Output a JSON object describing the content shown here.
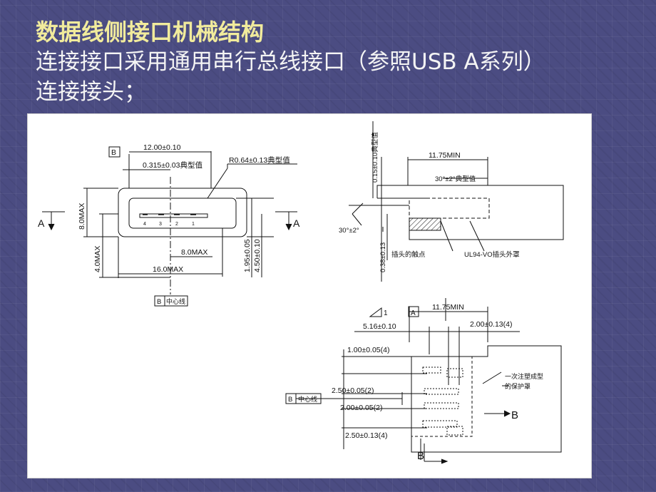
{
  "slide": {
    "heading": "数据线侧接口机械结构",
    "line1": "连接接口采用通用串行总线接口（参照USB A系列）",
    "line2": "连接接头；"
  },
  "drawing": {
    "front_view": {
      "datum_b": "B",
      "width": "12.00±0.10",
      "offset": "0.315±0.03典型值",
      "radius": "R0.64±0.13典型值",
      "height": "8.0MAX",
      "lower_height": "4.0MAX",
      "inner_width": "8.0MAX",
      "outer_width": "16.0MAX",
      "dim_1": "1.95±0.05",
      "dim_2": "4.50±0.10",
      "section_mark": "A",
      "pin_labels": [
        "4",
        "3",
        "2",
        "1"
      ],
      "centerline_tag": "B",
      "centerline_label": "中心线"
    },
    "section_view": {
      "thickness": "0.15±0.10典型值",
      "length": "11.75MIN",
      "chamfer_typical": "30°±2°典型值",
      "chamfer": "30°±2°",
      "contact_height": "0.38±0.13",
      "contact_label": "插头的触点",
      "shell_label": "UL94-VO插头外罩"
    },
    "bottom_view": {
      "flatness_tag": "1",
      "datum_a": "A",
      "length": "11.75MIN",
      "width": "5.16±0.10",
      "contact_width": "2.00±0.13(4)",
      "pitch": "1.00±0.05(4)",
      "spacing_1": "2.50±0.05(2)",
      "spacing_2": "2.00±0.05(2)",
      "spacing_3": "2.50±0.13(4)",
      "centerline_tag": "B",
      "centerline_label": "中心线",
      "overmold_line1": "一次注塑成型",
      "overmold_line2": "的保护罩",
      "section_mark": "B"
    }
  }
}
